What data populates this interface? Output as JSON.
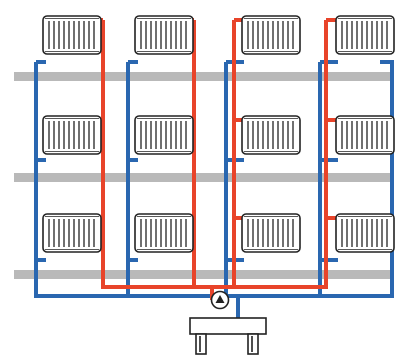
{
  "colors": {
    "background": "#ffffff",
    "floor": "#b9b9b9",
    "supply": "#e8442a",
    "return": "#2a67b0",
    "radiator_fill": "#ffffff",
    "radiator_stroke": "#222222"
  },
  "components": {
    "floors": 3,
    "risers": 4,
    "radiators_per_riser": 3,
    "pump_icon": "circulation-pump-icon",
    "boiler_icon": "boiler-icon"
  }
}
